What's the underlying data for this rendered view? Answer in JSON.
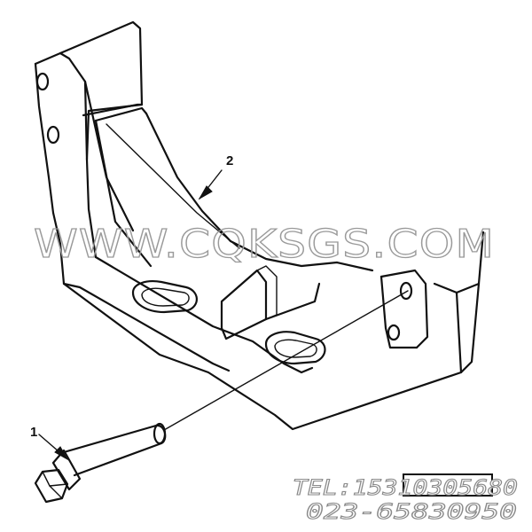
{
  "callouts": {
    "bracket": "2",
    "bolt": "1"
  },
  "watermark": {
    "site": "WWW.CQKSGS.COM",
    "tel": "TEL:15310305680",
    "phone": "023-65830950"
  },
  "colors": {
    "line": "#111111",
    "watermark": "#9a9a9a"
  }
}
